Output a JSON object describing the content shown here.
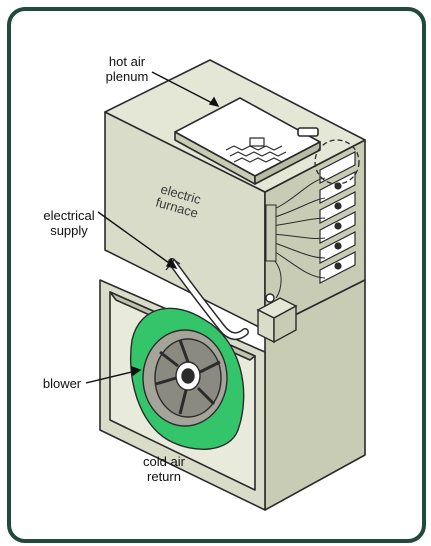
{
  "labels": {
    "hot_air_plenum_line1": "hot air",
    "hot_air_plenum_line2": "plenum",
    "electric_furnace_line1": "electric",
    "electric_furnace_line2": "furnace",
    "electrical_supply_line1": "electrical",
    "electrical_supply_line2": "supply",
    "blower": "blower",
    "cold_air_return_line1": "cold air",
    "cold_air_return_line2": "return"
  },
  "colors": {
    "frame": "#1f4a3c",
    "cabinet_front": "#d9dcc8",
    "cabinet_side": "#c8ccb4",
    "cabinet_top": "#e4e6d6",
    "blower_housing": "#34c46a",
    "outline": "#2b2b2b"
  }
}
